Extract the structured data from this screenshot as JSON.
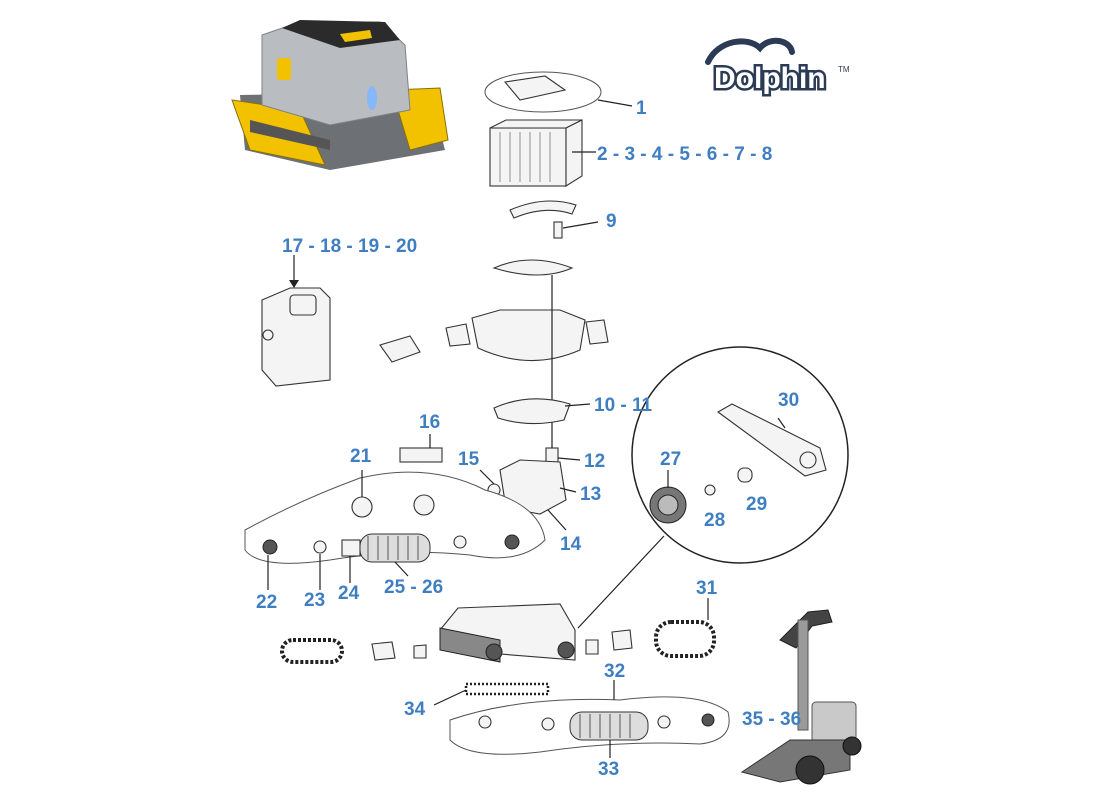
{
  "brand": {
    "name": "Dolphin",
    "trademark": "TM"
  },
  "part_labels": [
    {
      "id": "label-1",
      "text": "1"
    },
    {
      "id": "label-2-8",
      "text": "2 - 3 - 4 - 5 - 6 - 7 - 8"
    },
    {
      "id": "label-9",
      "text": "9"
    },
    {
      "id": "label-10-11",
      "text": "10 - 11"
    },
    {
      "id": "label-12",
      "text": "12"
    },
    {
      "id": "label-13",
      "text": "13"
    },
    {
      "id": "label-14",
      "text": "14"
    },
    {
      "id": "label-15",
      "text": "15"
    },
    {
      "id": "label-16",
      "text": "16"
    },
    {
      "id": "label-17-20",
      "text": "17 - 18 - 19 - 20"
    },
    {
      "id": "label-21",
      "text": "21"
    },
    {
      "id": "label-22",
      "text": "22"
    },
    {
      "id": "label-23",
      "text": "23"
    },
    {
      "id": "label-24",
      "text": "24"
    },
    {
      "id": "label-25-26",
      "text": "25 - 26"
    },
    {
      "id": "label-27",
      "text": "27"
    },
    {
      "id": "label-28",
      "text": "28"
    },
    {
      "id": "label-29",
      "text": "29"
    },
    {
      "id": "label-30",
      "text": "30"
    },
    {
      "id": "label-31",
      "text": "31"
    },
    {
      "id": "label-32",
      "text": "32"
    },
    {
      "id": "label-33",
      "text": "33"
    },
    {
      "id": "label-34",
      "text": "34"
    },
    {
      "id": "label-35-36",
      "text": "35 - 36"
    }
  ],
  "colors": {
    "label": "#3f7fc1",
    "robot_yellow": "#f2c200",
    "robot_gray": "#b9bdc2",
    "brand_navy": "#2b3a55"
  }
}
